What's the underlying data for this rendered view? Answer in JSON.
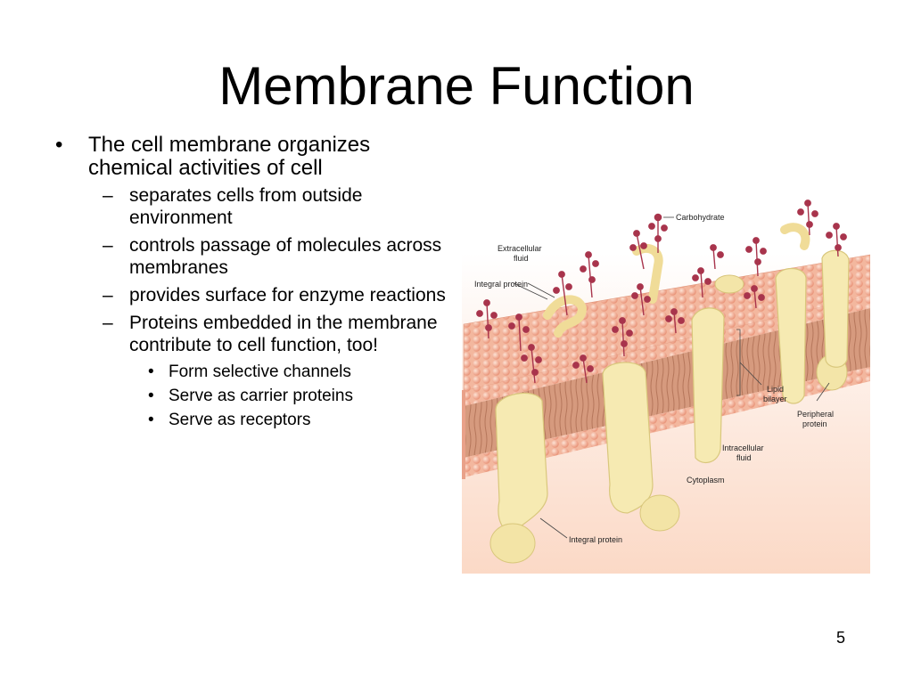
{
  "slide": {
    "title": "Membrane Function",
    "page_number": "5"
  },
  "bullets": {
    "main": {
      "marker": "•",
      "text": "The cell membrane organizes chemical activities of cell"
    },
    "sub": [
      {
        "marker": "–",
        "text": "separates cells from outside environment"
      },
      {
        "marker": "–",
        "text": "controls passage of molecules across membranes"
      },
      {
        "marker": "–",
        "text": "provides surface for enzyme reactions"
      },
      {
        "marker": "–",
        "text": "Proteins embedded in the membrane contribute to cell function, too!"
      }
    ],
    "subsub": [
      {
        "marker": "•",
        "text": "Form selective channels"
      },
      {
        "marker": "•",
        "text": "Serve as carrier proteins"
      },
      {
        "marker": "•",
        "text": "Serve as receptors"
      }
    ]
  },
  "figure": {
    "labels": {
      "carbohydrate": "Carbohydrate",
      "extracellular_1": "Extracellular",
      "extracellular_2": "fluid",
      "integral_protein_top": "Integral protein",
      "lipid_1": "Lipid",
      "lipid_2": "bilayer",
      "peripheral_1": "Peripheral",
      "peripheral_2": "protein",
      "intracellular_1": "Intracellular",
      "intracellular_2": "fluid",
      "cytoplasm": "Cytoplasm",
      "integral_protein_bottom": "Integral protein"
    },
    "colors": {
      "head": "#f2a98c",
      "tail": "#c98a6e",
      "protein": "#f6eab2",
      "carbohydrate": "#a8344c",
      "background": "#fbe3d6"
    }
  }
}
